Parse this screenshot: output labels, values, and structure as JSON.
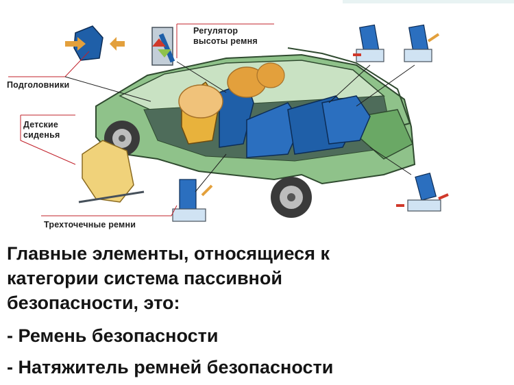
{
  "callouts": {
    "headrests": "Подголовники",
    "regulator": [
      "Регулятор",
      "высоты ремня"
    ],
    "child_seats": [
      "Детские",
      "сиденья"
    ],
    "three_point_belts": "Трехточечные ремни"
  },
  "text": {
    "intro": [
      "Главные элементы, относящиеся к",
      "категории система пассивной",
      "безопасности, это:"
    ],
    "items": [
      "- Ремень безопасности",
      "- Натяжитель ремней безопасности"
    ]
  },
  "colors": {
    "car_body": "#8fc28a",
    "seat_blue": "#1f5fa8",
    "airbag_orange": "#e3a03c",
    "arrow_red": "#d0392b",
    "callout_line": "#c0202a"
  }
}
